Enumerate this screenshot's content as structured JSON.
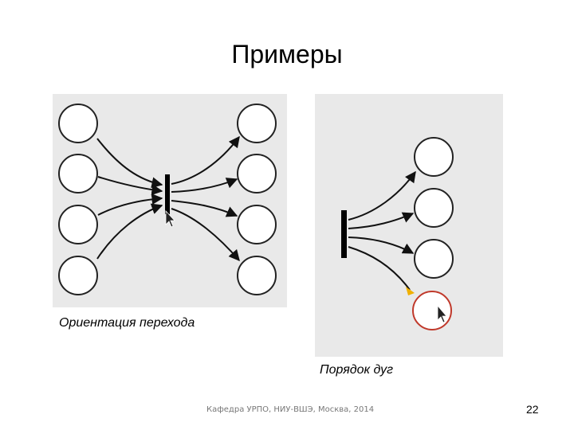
{
  "slide": {
    "title": "Примеры",
    "footer": "Кафедра УРПО, НИУ-ВШЭ, Москва, 2014",
    "page_number": "22"
  },
  "left_panel": {
    "caption": "Ориентация перехода"
  },
  "right_panel": {
    "caption": "Порядок дуг"
  },
  "colors": {
    "panel_bg": "#e9e9e9",
    "node_fill": "#ffffff",
    "node_stroke": "#222222",
    "highlight_stroke": "#c0392b",
    "arrow_tip_highlight": "#f0b000",
    "transition_bar": "#000000"
  },
  "icons": [
    "mouse-cursor-icon"
  ]
}
